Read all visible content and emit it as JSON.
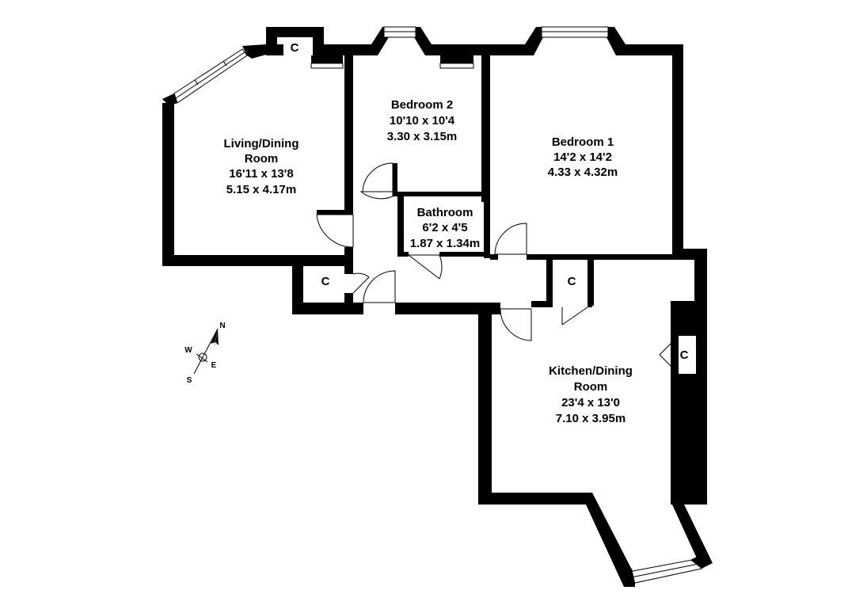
{
  "rooms": {
    "living": {
      "name_line1": "Living/Dining",
      "name_line2": "Room",
      "imperial": "16'11 x 13'8",
      "metric": "5.15 x 4.17m"
    },
    "bedroom2": {
      "name": "Bedroom 2",
      "imperial": "10'10 x 10'4",
      "metric": "3.30 x 3.15m"
    },
    "bedroom1": {
      "name": "Bedroom 1",
      "imperial": "14'2 x 14'2",
      "metric": "4.33 x 4.32m"
    },
    "bathroom": {
      "name": "Bathroom",
      "imperial": "6'2 x 4'5",
      "metric": "1.87 x 1.34m"
    },
    "kitchen": {
      "name_line1": "Kitchen/Dining",
      "name_line2": "Room",
      "imperial": "23'4 x 13'0",
      "metric": "7.10 x 3.95m"
    }
  },
  "cupboards": {
    "top": "C",
    "left": "C",
    "middle": "C",
    "right": "C"
  },
  "compass": {
    "n": "N",
    "s": "S",
    "e": "E",
    "w": "W"
  },
  "colors": {
    "wall": "#000000",
    "background": "#ffffff"
  }
}
